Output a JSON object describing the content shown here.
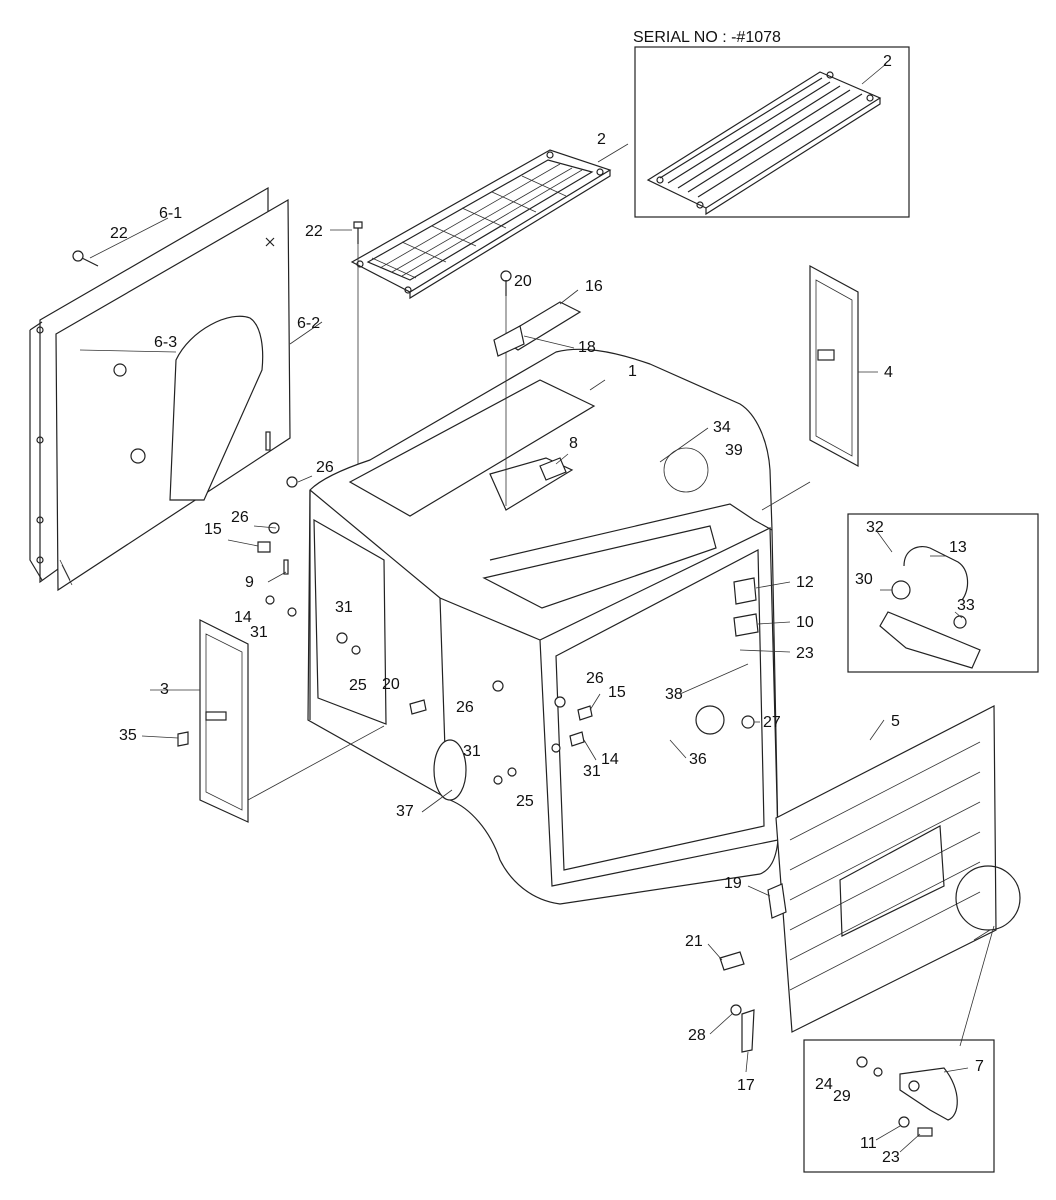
{
  "header": {
    "serial_label": "SERIAL NO : -#1078"
  },
  "labels": {
    "l1": "1",
    "l2a": "2",
    "l2b": "2",
    "l3": "3",
    "l4": "4",
    "l5": "5",
    "l61": "6-1",
    "l62": "6-2",
    "l63": "6-3",
    "l7": "7",
    "l8": "8",
    "l9": "9",
    "l10": "10",
    "l11": "11",
    "l12": "12",
    "l13": "13",
    "l14a": "14",
    "l14b": "14",
    "l15a": "15",
    "l15b": "15",
    "l16": "16",
    "l17": "17",
    "l18": "18",
    "l19": "19",
    "l20a": "20",
    "l20b": "20",
    "l21": "21",
    "l22a": "22",
    "l22b": "22",
    "l23a": "23",
    "l23b": "23",
    "l24": "24",
    "l25a": "25",
    "l25b": "25",
    "l26a": "26",
    "l26b": "26",
    "l26c": "26",
    "l27": "27",
    "l28": "28",
    "l29": "29",
    "l30": "30",
    "l31a": "31",
    "l31b": "31",
    "l31c": "31",
    "l31d": "31",
    "l32": "32",
    "l33": "33",
    "l34": "34",
    "l35": "35",
    "l36": "36",
    "l37": "37",
    "l38": "38",
    "l39": "39"
  }
}
